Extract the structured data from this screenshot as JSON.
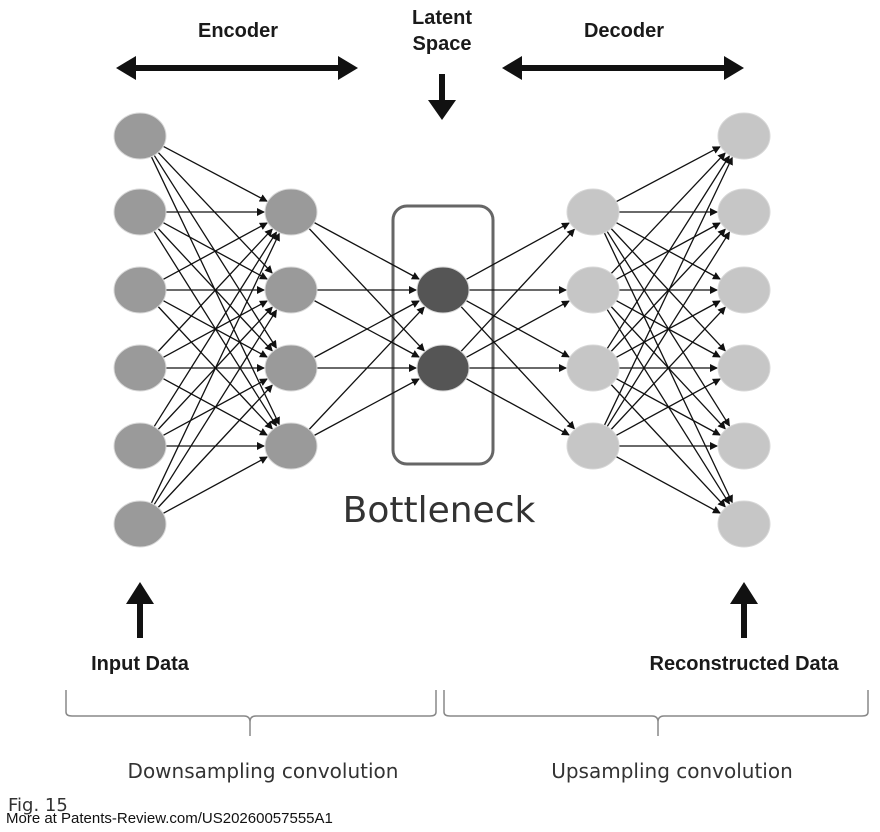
{
  "labels": {
    "encoder": "Encoder",
    "latent_line1": "Latent",
    "latent_line2": "Space",
    "decoder": "Decoder",
    "bottleneck": "Bottleneck",
    "input_data": "Input Data",
    "reconstructed_data": "Reconstructed Data",
    "downsampling": "Downsampling convolution",
    "upsampling": "Upsampling convolution",
    "fig": "Fig. 15",
    "source": "More at Patents-Review.com/US20260057555A1"
  },
  "network": {
    "layers": [
      {
        "name": "input-layer",
        "nodes": 6,
        "color": "#9a9a9a"
      },
      {
        "name": "encoder-hidden-layer",
        "nodes": 4,
        "color": "#9a9a9a"
      },
      {
        "name": "latent-layer",
        "nodes": 2,
        "color": "#555555"
      },
      {
        "name": "decoder-hidden-layer",
        "nodes": 4,
        "color": "#c6c6c6"
      },
      {
        "name": "output-layer",
        "nodes": 6,
        "color": "#c6c6c6"
      }
    ],
    "connectivity": "fully-connected"
  },
  "colors": {
    "edge": "#111111",
    "bottleneck_box": "#666666",
    "arrow": "#111111"
  }
}
